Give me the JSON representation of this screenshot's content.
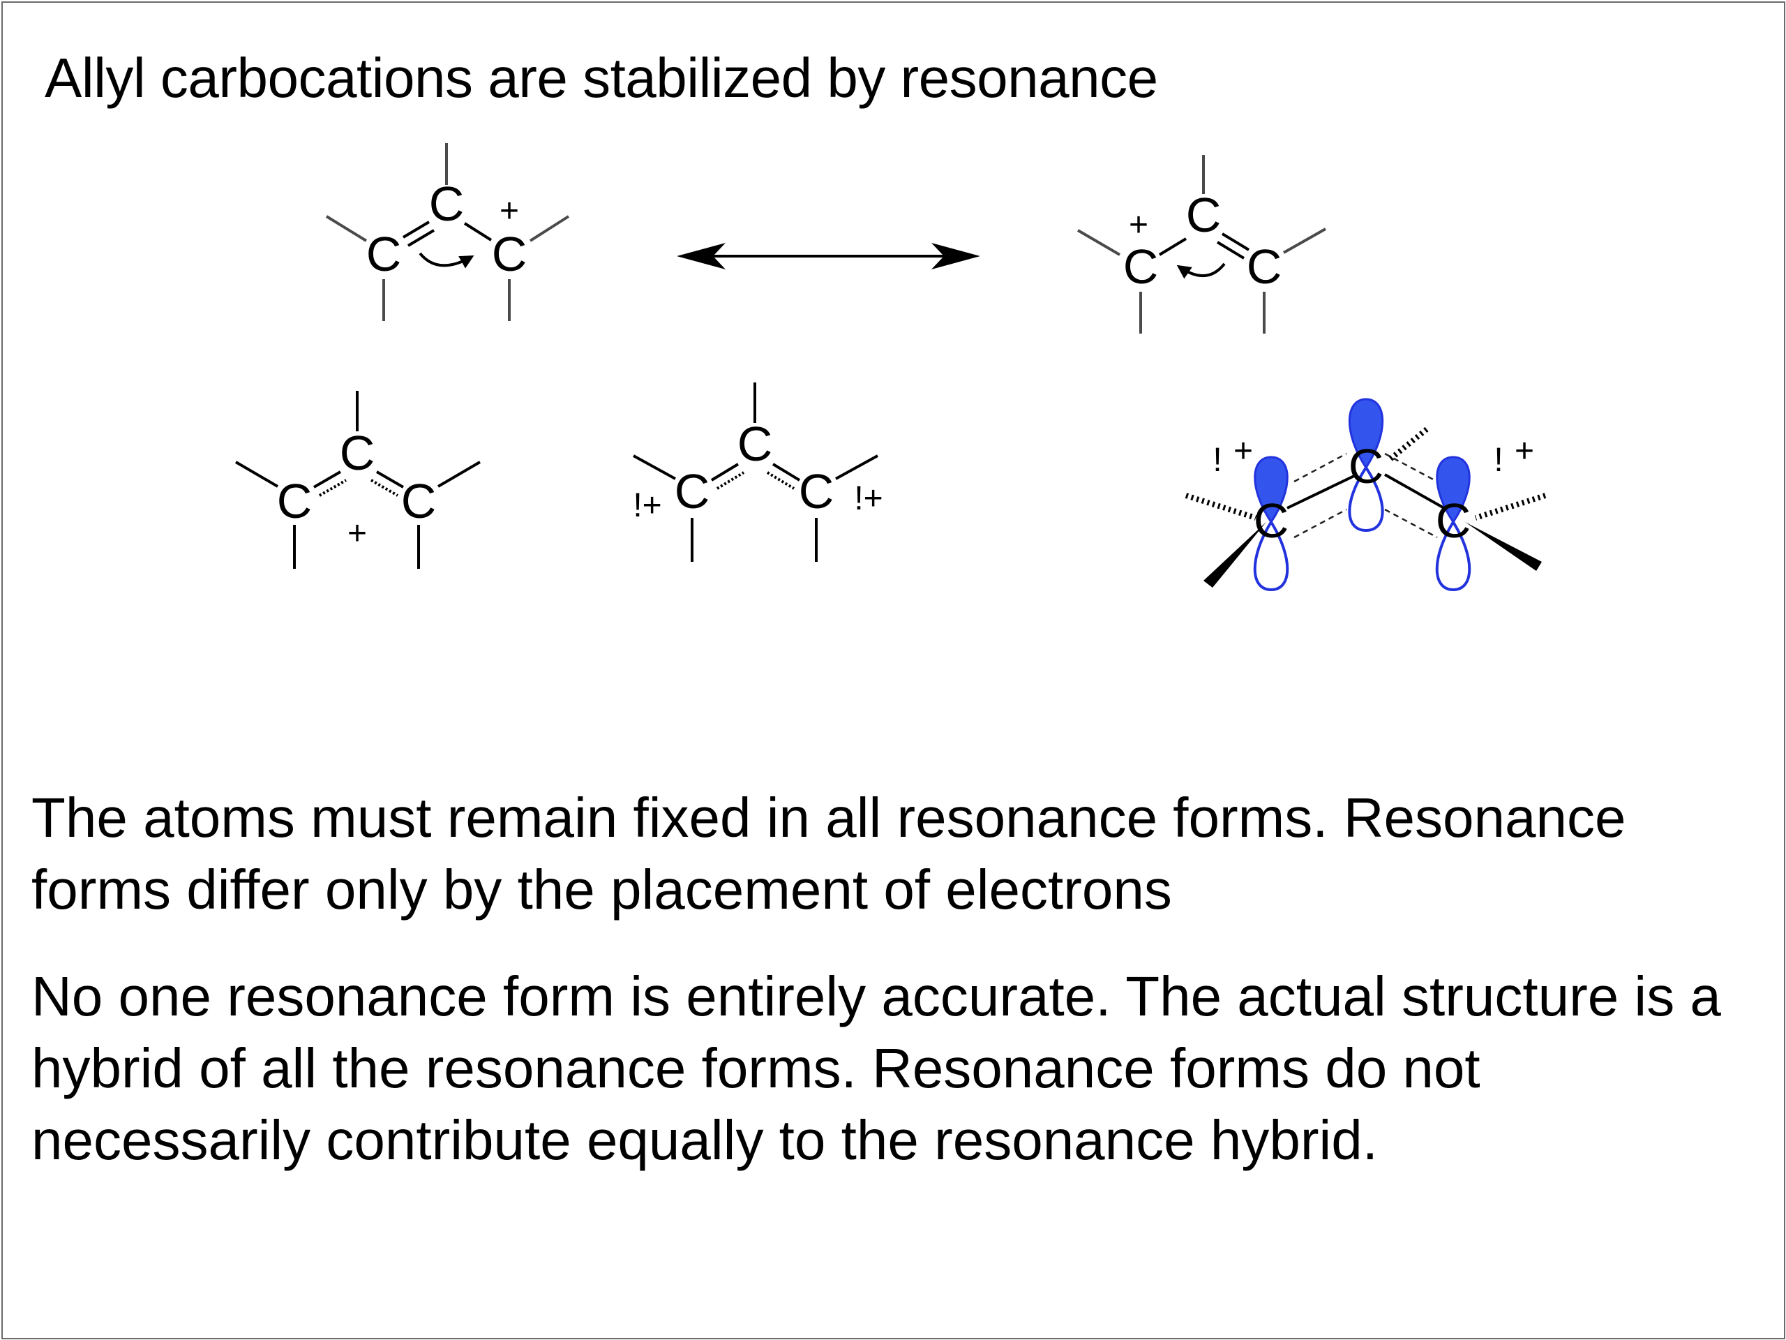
{
  "slide": {
    "title": "Allyl carbocations are stabilized by resonance",
    "paragraph_1": "The atoms must remain fixed in all resonance forms. Resonance forms differ only by the placement of electrons",
    "paragraph_2": "No one resonance form is entirely accurate. The actual structure is a hybrid of all the resonance forms. Resonance forms do not necessarily contribute equally to the resonance hybrid."
  },
  "diagram": {
    "atom_label": "C",
    "plus_label": "+",
    "partial_charge_label": "!+",
    "partial_mark": "!",
    "colors": {
      "orbital_fill": "#3355ee",
      "orbital_stroke": "#2233dd"
    }
  }
}
